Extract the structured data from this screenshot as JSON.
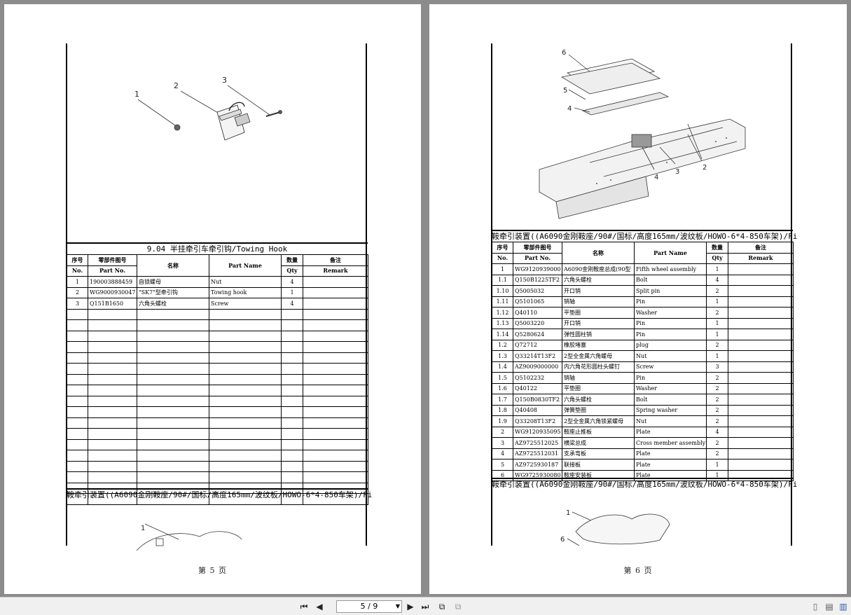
{
  "left_page": {
    "diagram_callouts": [
      "1",
      "2",
      "3"
    ],
    "section_title": "9.04  半挂牵引车牵引钩/Towing Hook",
    "headers": {
      "seq_cn": "序号",
      "part_no_cn": "零部件图号",
      "name_cn": "名称",
      "part_name_en": "Part Name",
      "qty_cn": "数量",
      "remark_cn": "备注",
      "seq_en": "No.",
      "part_no_en": "Part No.",
      "qty_en": "Qty",
      "remark_en": "Remark"
    },
    "rows": [
      {
        "no": "1",
        "part_no": "190003888459",
        "name_cn": "自锁螺母",
        "name_en": "Nut",
        "qty": "4"
      },
      {
        "no": "2",
        "part_no": "WG9000930047",
        "name_cn": "\"SK7\"型牵引钩",
        "name_en": "Towing hook",
        "qty": "1"
      },
      {
        "no": "3",
        "part_no": "Q151B1650",
        "name_cn": "六角头螺栓",
        "name_en": "Screw",
        "qty": "4"
      }
    ],
    "next_section_title": "鞍牵引装置((A6090金刚鞍座/90#/国标/高度165mm/波纹板/HOWO-6*4-850车架)/Fi",
    "next_diagram_callouts": [
      "1"
    ],
    "page_footer": "第 5 页"
  },
  "right_page": {
    "diagram_callouts": [
      "6",
      "5",
      "4",
      "4",
      "3",
      "2"
    ],
    "section_title": "鞍牵引装置((A6090金刚鞍座/90#/国标/高度165mm/波纹板/HOWO-6*4-850车架)/Fi",
    "rows": [
      {
        "no": "1",
        "part_no": "WG9120939000",
        "name_cn": "A6090金刚鞍座总成(90型",
        "name_en": "Fifth wheel assembly",
        "qty": "1"
      },
      {
        "no": "1.1",
        "part_no": "Q150B1225TF2",
        "name_cn": "六角头螺栓",
        "name_en": "Bolt",
        "qty": "4"
      },
      {
        "no": "1.10",
        "part_no": "Q5005032",
        "name_cn": "开口销",
        "name_en": "Split pin",
        "qty": "2"
      },
      {
        "no": "1.11",
        "part_no": "Q5101065",
        "name_cn": "销轴",
        "name_en": "Pin",
        "qty": "1"
      },
      {
        "no": "1.12",
        "part_no": "Q40110",
        "name_cn": "平垫圈",
        "name_en": "Washer",
        "qty": "2"
      },
      {
        "no": "1.13",
        "part_no": "Q5003220",
        "name_cn": "开口销",
        "name_en": "Pin",
        "qty": "1"
      },
      {
        "no": "1.14",
        "part_no": "Q5280624",
        "name_cn": "弹性圆柱销",
        "name_en": "Pin",
        "qty": "1"
      },
      {
        "no": "1.2",
        "part_no": "Q72712",
        "name_cn": "橡胶堵塞",
        "name_en": "plug",
        "qty": "2"
      },
      {
        "no": "1.3",
        "part_no": "Q33214T13F2",
        "name_cn": "2型全金属六角螺母",
        "name_en": "Nut",
        "qty": "1"
      },
      {
        "no": "1.4",
        "part_no": "AZ9009000000",
        "name_cn": "内六角花形圆柱头螺钉",
        "name_en": "Screw",
        "qty": "3"
      },
      {
        "no": "1.5",
        "part_no": "Q5102232",
        "name_cn": "销轴",
        "name_en": "Pin",
        "qty": "2"
      },
      {
        "no": "1.6",
        "part_no": "Q40122",
        "name_cn": "平垫圈",
        "name_en": "Washer",
        "qty": "2"
      },
      {
        "no": "1.7",
        "part_no": "Q150B0830TF2",
        "name_cn": "六角头螺栓",
        "name_en": "Bolt",
        "qty": "2"
      },
      {
        "no": "1.8",
        "part_no": "Q40408",
        "name_cn": "弹簧垫圈",
        "name_en": "Spring washer",
        "qty": "2"
      },
      {
        "no": "1.9",
        "part_no": "Q33208T13F2",
        "name_cn": "2型全金属六角锁紧螺母",
        "name_en": "Nut",
        "qty": "2"
      },
      {
        "no": "2",
        "part_no": "WG9120935095",
        "name_cn": "鞍座止推板",
        "name_en": "Plate",
        "qty": "4"
      },
      {
        "no": "3",
        "part_no": "AZ9725512025",
        "name_cn": "横梁总成",
        "name_en": "Cross member assembly",
        "qty": "2"
      },
      {
        "no": "4",
        "part_no": "AZ9725512031",
        "name_cn": "支承弯板",
        "name_en": "Plate",
        "qty": "2"
      },
      {
        "no": "5",
        "part_no": "AZ9725930187",
        "name_cn": "联接板",
        "name_en": "Plate",
        "qty": "1"
      },
      {
        "no": "6",
        "part_no": "WG9725930080",
        "name_cn": "鞍座安装板",
        "name_en": "Plate",
        "qty": "1"
      }
    ],
    "next_section_title": "鞍牵引装置((A6090金刚鞍座/90#/国标/高度165mm/波纹板/HOWO-6*4-850车架)/Fi",
    "next_diagram_callouts": [
      "1",
      "6"
    ],
    "page_footer": "第 6 页"
  },
  "toolbar": {
    "page_indicator": "5 / 9",
    "icons": [
      "first-page-icon",
      "prev-page-icon",
      "next-page-icon",
      "last-page-icon",
      "fit-page-icon",
      "fit-width-icon",
      "single-page-view-icon",
      "continuous-view-icon",
      "two-page-view-icon"
    ]
  }
}
